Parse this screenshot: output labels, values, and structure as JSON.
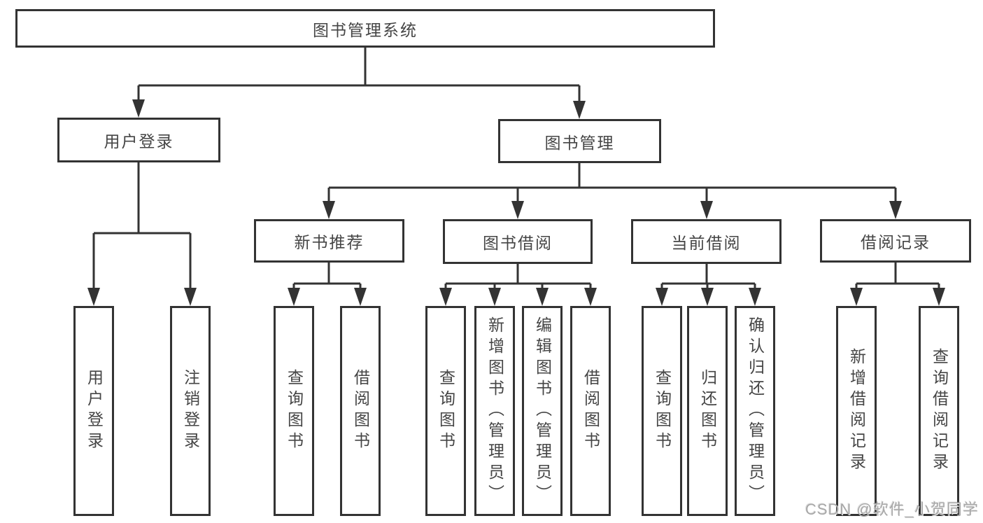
{
  "colors": {
    "line": "#333333",
    "border": "#333333",
    "text": "#454545",
    "background": "#ffffff",
    "watermark": "#a8a8a8"
  },
  "root": {
    "label": "图书管理系统"
  },
  "level2": [
    {
      "label": "用户登录"
    },
    {
      "label": "图书管理"
    }
  ],
  "level3": [
    {
      "label": "新书推荐"
    },
    {
      "label": "图书借阅"
    },
    {
      "label": "当前借阅"
    },
    {
      "label": "借阅记录"
    }
  ],
  "leaves": {
    "user_login": [
      "用户登录",
      "注销登录"
    ],
    "new_book": [
      "查询图书",
      "借阅图书"
    ],
    "book_borrow": [
      "查询图书",
      "新增图书（管理员）",
      "编辑图书（管理员）",
      "借阅图书"
    ],
    "current_borrow": [
      "查询图书",
      "归还图书",
      "确认归还（管理员）"
    ],
    "records": [
      "新增借阅记录",
      "查询借阅记录"
    ]
  },
  "watermark": {
    "text": "CSDN @软件_小贺同学"
  }
}
